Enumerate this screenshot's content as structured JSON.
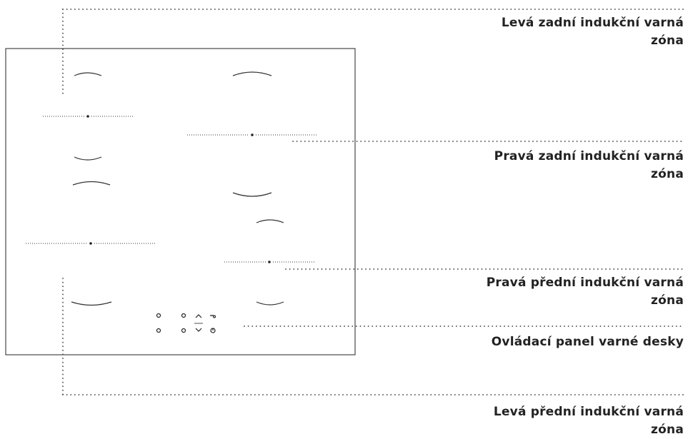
{
  "labels": {
    "rear_left": {
      "line1": "Levá zadní indukční varná",
      "line2": "zóna"
    },
    "rear_right": {
      "line1": "Pravá zadní indukční varná",
      "line2": "zóna"
    },
    "front_right": {
      "line1": "Pravá přední indukční varná",
      "line2": "zóna"
    },
    "control_panel": {
      "line1": "Ovládací panel varné desky"
    },
    "front_left": {
      "line1": "Levá přední indukční varná",
      "line2": "zóna"
    }
  },
  "colors": {
    "line": "#333333",
    "dots": "#444444"
  }
}
